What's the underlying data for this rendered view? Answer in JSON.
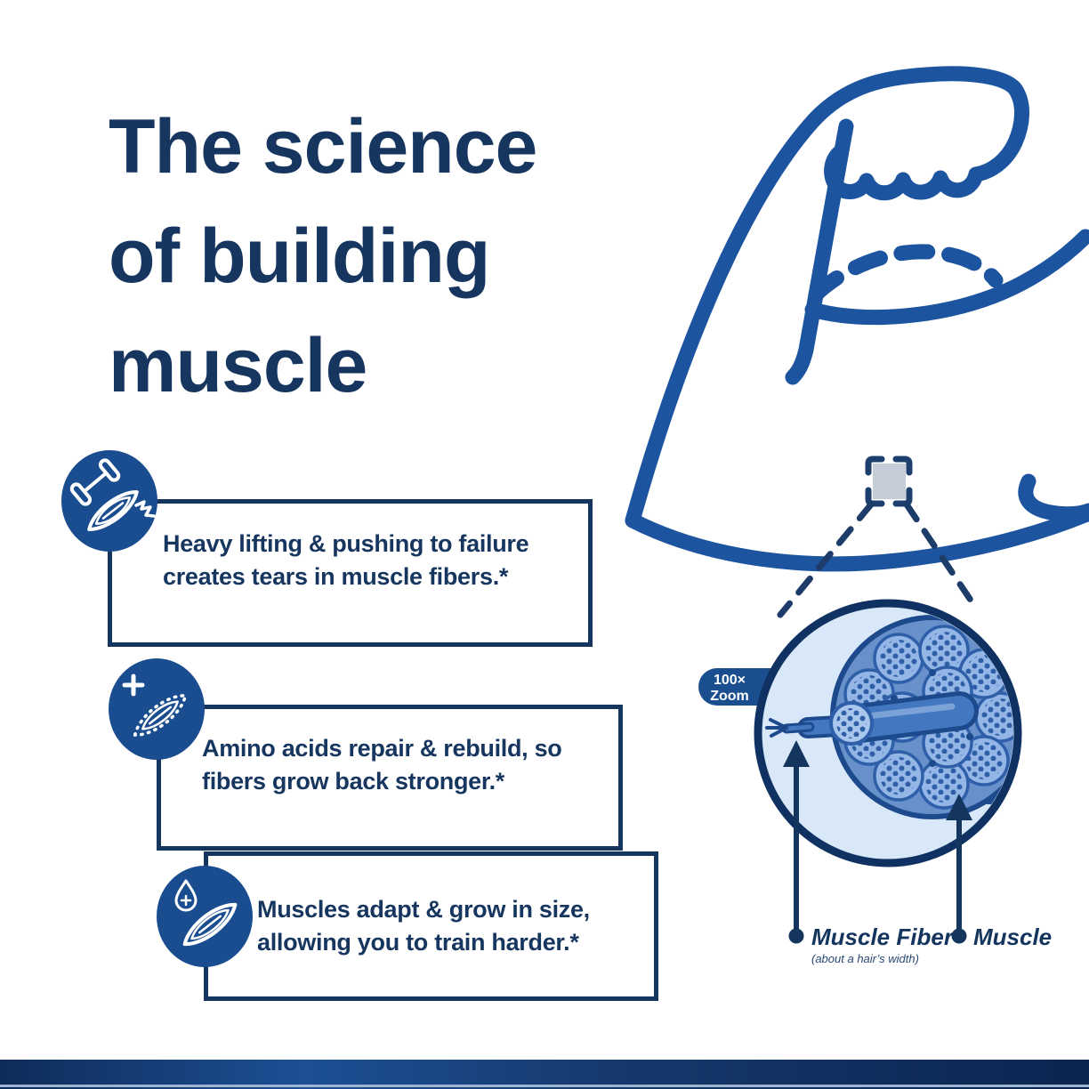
{
  "title": {
    "lines": [
      "The science",
      "of building",
      "muscle"
    ]
  },
  "steps": [
    {
      "icon": "dumbbell-torn-muscle-icon",
      "line1": "Heavy lifting & pushing to failure",
      "line2": "creates tears in muscle fibers.*"
    },
    {
      "icon": "plus-repair-muscle-icon",
      "line1": "Amino acids repair & rebuild, so",
      "line2": "fibers grow back stronger.*"
    },
    {
      "icon": "droplet-growth-muscle-icon",
      "line1": "Muscles adapt & grow in size,",
      "line2": "allowing you to train harder.*"
    }
  ],
  "magnifier": {
    "zoom_badge_line1": "100×",
    "zoom_badge_line2": "Zoom",
    "label_fiber": "Muscle Fiber",
    "label_fiber_note": "(about a hair’s width)",
    "label_muscle": "Muscle"
  },
  "colors": {
    "navy_text": "#16365f",
    "box_border": "#14355e",
    "icon_circle": "#1a4d8f",
    "arm_stroke": "#1d54a0",
    "magnifier_border": "#0f3263",
    "magnifier_fill": "#d9e8f8",
    "footer_gradient_start": "#0e2c59",
    "footer_gradient_mid": "#1d4f95",
    "footer_gradient_end": "#0b2550"
  }
}
